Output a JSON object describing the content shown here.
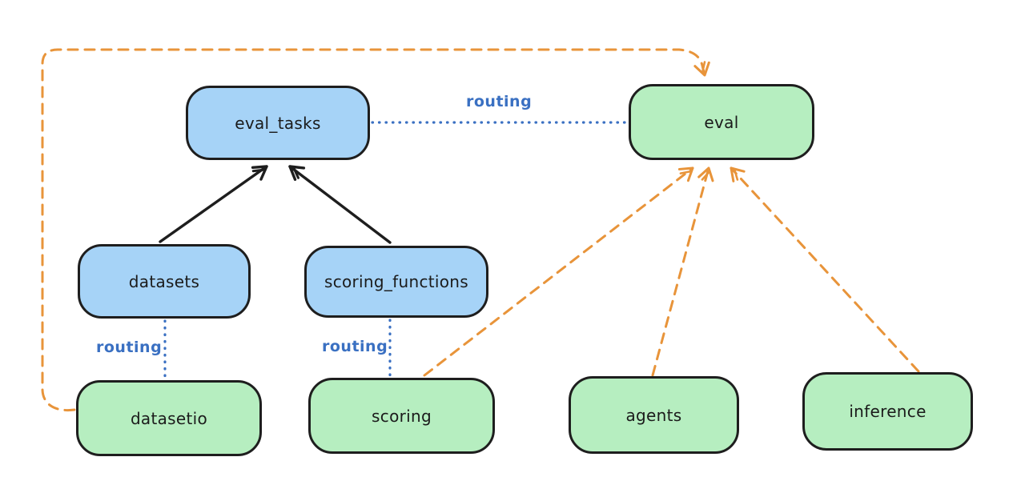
{
  "diagram": {
    "nodes": {
      "eval_tasks": {
        "label": "eval_tasks",
        "fill": "#a6d3f7"
      },
      "eval": {
        "label": "eval",
        "fill": "#b6eec0"
      },
      "datasets": {
        "label": "datasets",
        "fill": "#a6d3f7"
      },
      "scoring_functions": {
        "label": "scoring_functions",
        "fill": "#a6d3f7"
      },
      "datasetio": {
        "label": "datasetio",
        "fill": "#b6eec0"
      },
      "scoring": {
        "label": "scoring",
        "fill": "#b6eec0"
      },
      "agents": {
        "label": "agents",
        "fill": "#b6eec0"
      },
      "inference": {
        "label": "inference",
        "fill": "#b6eec0"
      }
    },
    "edges": [
      {
        "from": "datasets",
        "to": "eval_tasks",
        "style": "solid",
        "color": "#1e1e1e",
        "arrow": true,
        "label": ""
      },
      {
        "from": "scoring_functions",
        "to": "eval_tasks",
        "style": "solid",
        "color": "#1e1e1e",
        "arrow": true,
        "label": ""
      },
      {
        "from": "eval_tasks",
        "to": "eval",
        "style": "dotted",
        "color": "#3a70c2",
        "arrow": false,
        "label": "routing"
      },
      {
        "from": "datasets",
        "to": "datasetio",
        "style": "dotted",
        "color": "#3a70c2",
        "arrow": false,
        "label": "routing"
      },
      {
        "from": "scoring_functions",
        "to": "scoring",
        "style": "dotted",
        "color": "#3a70c2",
        "arrow": false,
        "label": "routing"
      },
      {
        "from": "datasetio",
        "to": "eval",
        "style": "dashed",
        "color": "#e8943a",
        "arrow": true,
        "label": ""
      },
      {
        "from": "scoring",
        "to": "eval",
        "style": "dashed",
        "color": "#e8943a",
        "arrow": true,
        "label": ""
      },
      {
        "from": "agents",
        "to": "eval",
        "style": "dashed",
        "color": "#e8943a",
        "arrow": true,
        "label": ""
      },
      {
        "from": "inference",
        "to": "eval",
        "style": "dashed",
        "color": "#e8943a",
        "arrow": true,
        "label": ""
      }
    ],
    "colors": {
      "node_border": "#1e1e1e",
      "node_blue_fill": "#a6d3f7",
      "node_green_fill": "#b6eec0",
      "routing_blue": "#3a70c2",
      "dashed_orange": "#e8943a",
      "solid_black": "#1e1e1e",
      "background": "#ffffff"
    }
  }
}
